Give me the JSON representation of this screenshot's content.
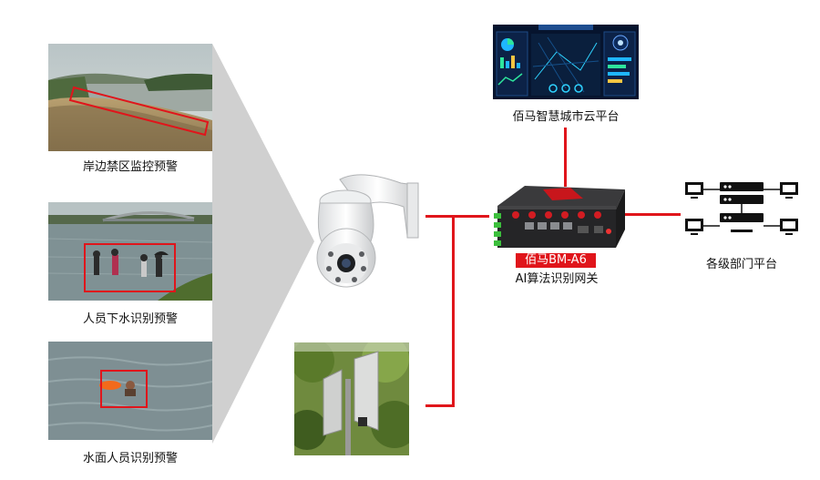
{
  "scenes": [
    {
      "id": "shore",
      "caption": "岸边禁区监控预警"
    },
    {
      "id": "wading",
      "caption": "人员下水识别预警"
    },
    {
      "id": "surface",
      "caption": "水面人员识别预警"
    }
  ],
  "cloud": {
    "caption": "佰马智慧城市云平台"
  },
  "gateway": {
    "model": "佰马BM-A6",
    "desc": "AI算法识别网关"
  },
  "departments": {
    "caption": "各级部门平台"
  },
  "colors": {
    "accent": "#e0151b"
  }
}
